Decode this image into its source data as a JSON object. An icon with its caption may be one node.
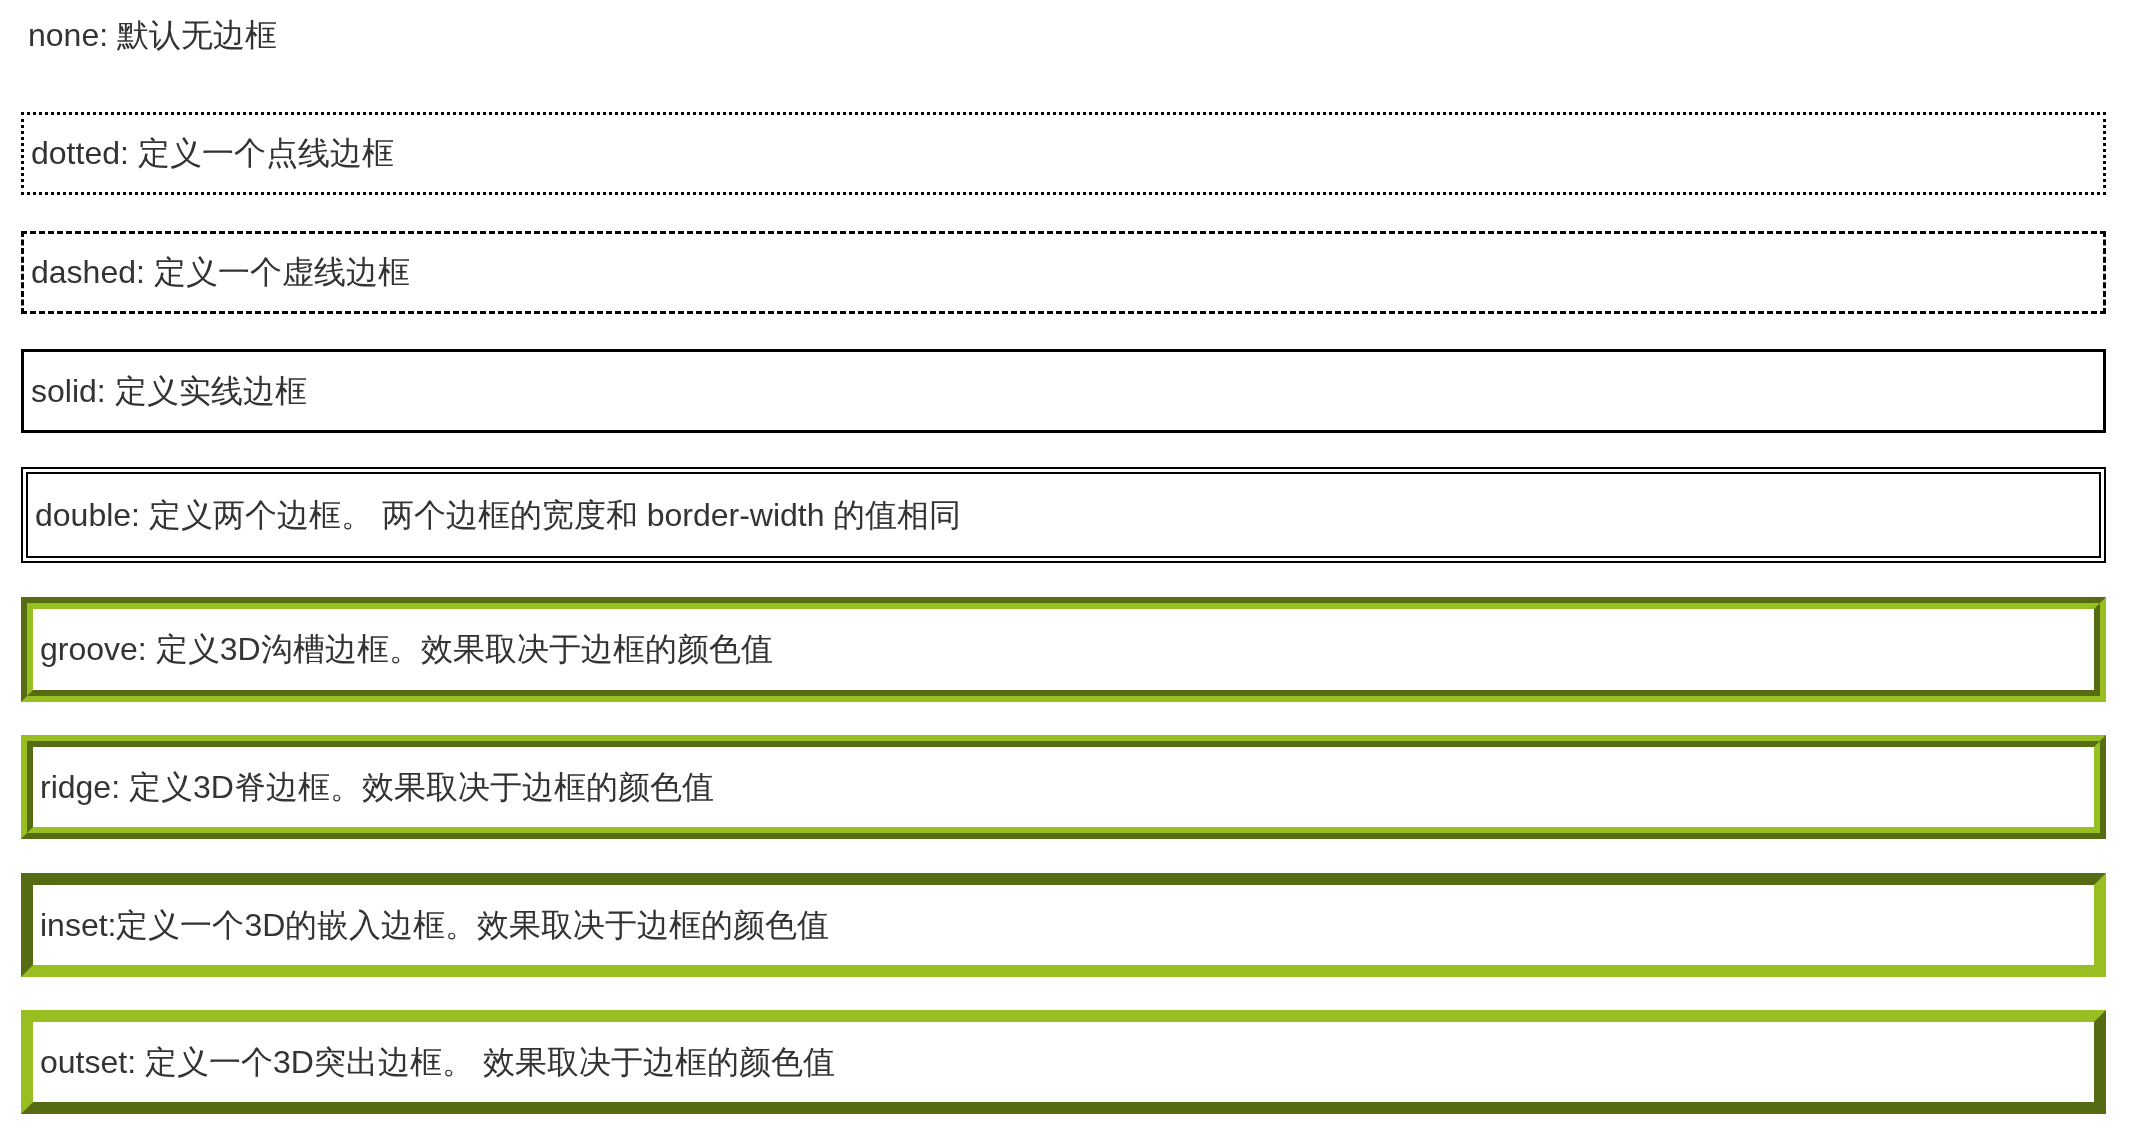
{
  "diagram": {
    "nodes": [
      {
        "text": [
          "dotted: 定义一个点线边框"
        ]
      },
      {
        "text": [
          "dashed: 定义一个虚线边框"
        ]
      },
      {
        "text": [
          "solid: 定义实线边框"
        ]
      },
      {
        "text": [
          "double: 定义两个边框。 两个边框的宽度和 border-width 的值相同"
        ]
      },
      {
        "text": [
          "groove: 定义3D沟槽边框。效果取决于边框的颜色值"
        ]
      },
      {
        "text": [
          "ridge: 定义3D脊边框。效果取决于边框的颜色值"
        ]
      },
      {
        "text": [
          "inset:定义一个3D的嵌入边框。效果取决于边框的颜色值"
        ]
      },
      {
        "text": [
          "outset: 定义一个3D突出边框。 效果取决于边框的颜色值"
        ]
      }
    ],
    "labels": [
      "none: 默认无边框"
    ]
  }
}
